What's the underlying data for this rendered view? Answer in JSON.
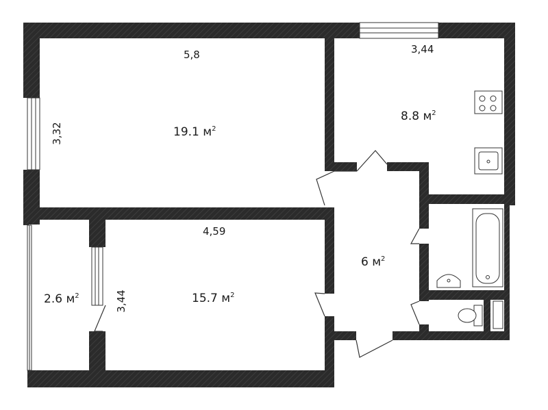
{
  "rooms": {
    "room_1": {
      "area": "19.1 м",
      "sup": "2",
      "width": "5,8",
      "depth": "3,32"
    },
    "room_2": {
      "area": "15.7 м",
      "sup": "2",
      "width": "4,59",
      "depth": "3,44"
    },
    "kitchen": {
      "area": "8.8 м",
      "sup": "2",
      "width": "3,44"
    },
    "hallway": {
      "area": "6 м",
      "sup": "2"
    },
    "balcony": {
      "area": "2.6 м",
      "sup": "2"
    }
  },
  "colors": {
    "wall": "#2b2b2b",
    "hatch": "#3d3d3d",
    "line": "#333333",
    "background": "#ffffff"
  },
  "icons": [
    "stove-icon",
    "sink-icon",
    "bathtub-icon",
    "washbasin-icon",
    "toilet-icon",
    "window-icon",
    "door-icon"
  ]
}
